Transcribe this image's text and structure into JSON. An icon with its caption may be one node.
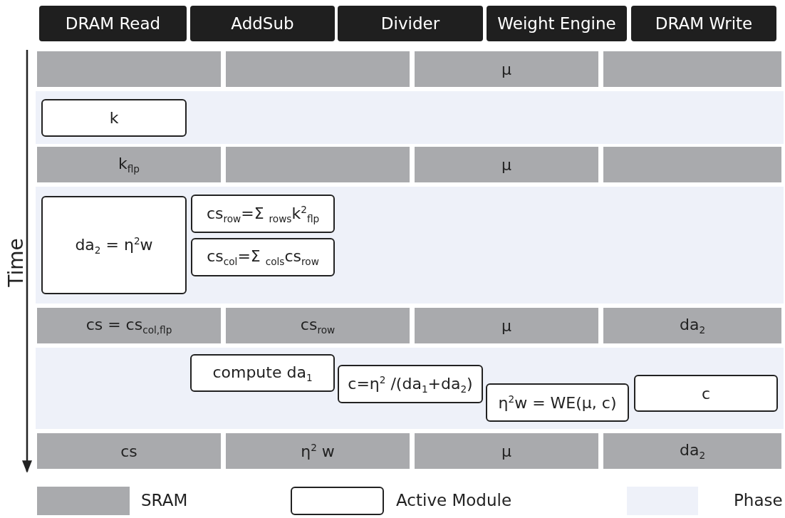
{
  "diagram": {
    "nodes": [
      {
        "text": [
          "DRAM Read"
        ]
      },
      {
        "text": [
          "AddSub"
        ]
      },
      {
        "text": [
          "Divider"
        ]
      },
      {
        "text": [
          "Weight Engine"
        ]
      },
      {
        "text": [
          "DRAM Write"
        ]
      },
      {
        "text": [],
        "shape": "bar"
      },
      {
        "text": [],
        "shape": "bar"
      },
      {
        "text": [
          "μ"
        ]
      },
      {
        "text": [],
        "shape": "bar"
      },
      {
        "text": [
          "k"
        ]
      },
      {
        "text": [
          "k$_{flp}$"
        ]
      },
      {
        "text": [],
        "shape": "bar"
      },
      {
        "text": [
          "μ"
        ]
      },
      {
        "text": [],
        "shape": "bar"
      },
      {
        "text": [
          "da$_{2}$ = η$^{2}$w"
        ]
      },
      {
        "text": [
          "cs$_{row}$=Σ $_{rows}$k$^{2}$$_{flp}$"
        ]
      },
      {
        "text": [
          "cs$_{col}$=Σ $_{cols}$cs$_{row}$"
        ]
      },
      {
        "text": [
          "cs = cs$_{col,flp}$"
        ]
      },
      {
        "text": [
          "cs$_{row}$"
        ]
      },
      {
        "text": [
          "μ"
        ]
      },
      {
        "text": [
          "da$_{2}$"
        ]
      },
      {
        "text": [
          "compute da$_{1}$"
        ]
      },
      {
        "text": [
          "c=η$^{2}$ /(da$_{1}$+da$_{2}$)"
        ]
      },
      {
        "text": [
          "η$^{2}$w = WE(μ, c)"
        ]
      },
      {
        "text": [
          "c"
        ]
      },
      {
        "text": [
          "cs"
        ]
      },
      {
        "text": [
          "η$^{2}$ w"
        ]
      },
      {
        "text": [
          "μ"
        ]
      },
      {
        "text": [
          "da$_{2}$"
        ]
      }
    ],
    "edges": [],
    "labels": [
      "Time"
    ],
    "legend": [
      {
        "text": "SRAM",
        "color": "#a9aaad"
      },
      {
        "text": "Active Module"
      },
      {
        "text": "Phase",
        "color": "#eef1f9"
      }
    ]
  }
}
